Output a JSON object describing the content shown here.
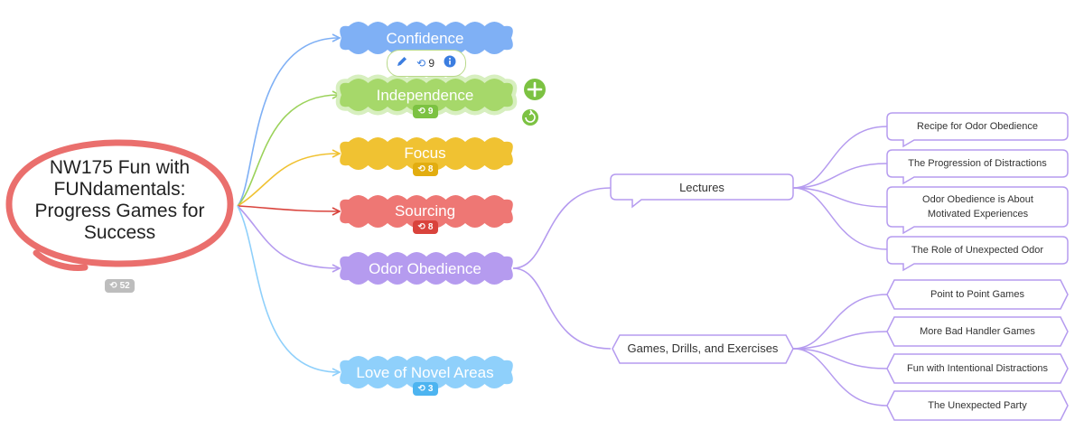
{
  "root": {
    "title": "NW175 Fun with FUNdamentals: Progress Games for Success",
    "link_count": "52"
  },
  "toolbar": {
    "edit_icon": "pencil-icon",
    "link_count": "9",
    "info_icon": "info-icon"
  },
  "topics": [
    {
      "label": "Confidence",
      "color": "#7fb0f5",
      "count": ""
    },
    {
      "label": "Independence",
      "color": "#a6d86a",
      "count": "9"
    },
    {
      "label": "Focus",
      "color": "#f0c232",
      "count": "8"
    },
    {
      "label": "Sourcing",
      "color": "#ee7774",
      "count": "8"
    },
    {
      "label": "Odor Obedience",
      "color": "#b59bef",
      "count": ""
    },
    {
      "label": "Love of Novel Areas",
      "color": "#8fd0fb",
      "count": "3"
    }
  ],
  "actions": {
    "add_icon": "plus-icon",
    "refresh_icon": "refresh-icon"
  },
  "odor": {
    "groups": [
      {
        "label": "Lectures",
        "items": [
          "Recipe for Odor Obedience",
          "The Progression of Distractions",
          "Odor Obedience is About Motivated Experiences",
          "The Role of Unexpected Odor"
        ]
      },
      {
        "label": "Games, Drills, and Exercises",
        "items": [
          "Point to Point Games",
          "More Bad Handler Games",
          "Fun with Intentional Distractions",
          "The Unexpected Party"
        ]
      }
    ]
  },
  "colors": {
    "root_outline": "#ea6f6d",
    "purple": "#b59bef",
    "line_blue": "#7fb0f5",
    "line_green": "#9bd25a",
    "line_yellow": "#f0c232",
    "line_red": "#d9433c",
    "line_light_blue": "#8fd0fb"
  }
}
